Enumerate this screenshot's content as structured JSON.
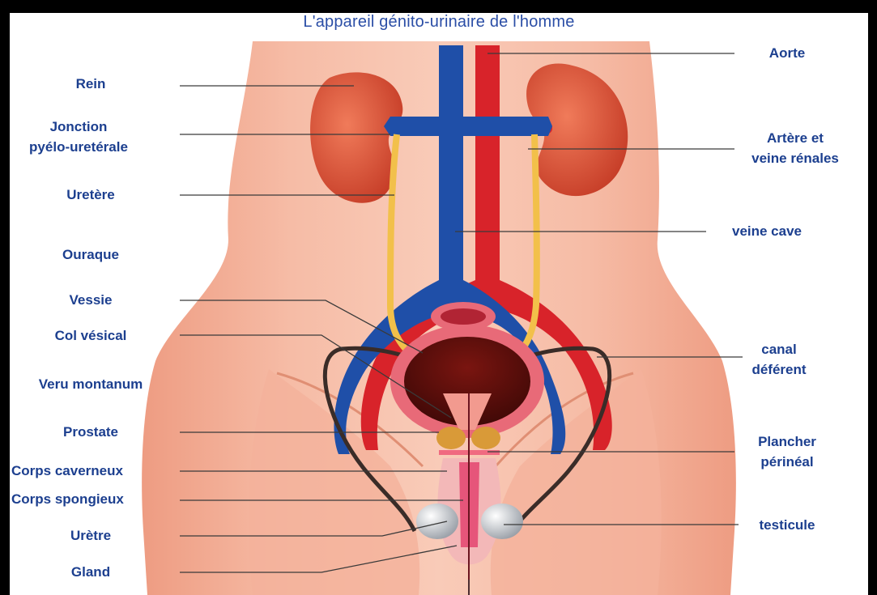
{
  "title": "L'appareil génito-urinaire de l'homme",
  "labels_left": [
    {
      "id": "rein",
      "text": "Rein"
    },
    {
      "id": "jonction",
      "text": "Jonction\npyélo-uretérale"
    },
    {
      "id": "uretere",
      "text": "Uretère"
    },
    {
      "id": "ouraque",
      "text": "Ouraque"
    },
    {
      "id": "vessie",
      "text": "Vessie"
    },
    {
      "id": "col",
      "text": "Col vésical"
    },
    {
      "id": "veru",
      "text": "Veru montanum"
    },
    {
      "id": "prostate",
      "text": "Prostate"
    },
    {
      "id": "caverneux",
      "text": "Corps caverneux"
    },
    {
      "id": "spongieux",
      "text": "Corps spongieux"
    },
    {
      "id": "uretre",
      "text": "Urètre"
    },
    {
      "id": "gland",
      "text": "Gland"
    }
  ],
  "labels_right": [
    {
      "id": "aorte",
      "text": "Aorte"
    },
    {
      "id": "renales",
      "text": "Artère et\nveine rénales"
    },
    {
      "id": "cave",
      "text": "veine cave"
    },
    {
      "id": "deferent",
      "text": "canal\ndéférent"
    },
    {
      "id": "plancher",
      "text": "Plancher\npérinéal"
    },
    {
      "id": "testicule",
      "text": "testicule"
    }
  ],
  "colors": {
    "title": "#2b4ea6",
    "label": "#1c3f8f",
    "skin": "#f2a890",
    "artery": "#d8232a",
    "vein": "#1f4fa8",
    "ureter": "#f2c04a"
  }
}
